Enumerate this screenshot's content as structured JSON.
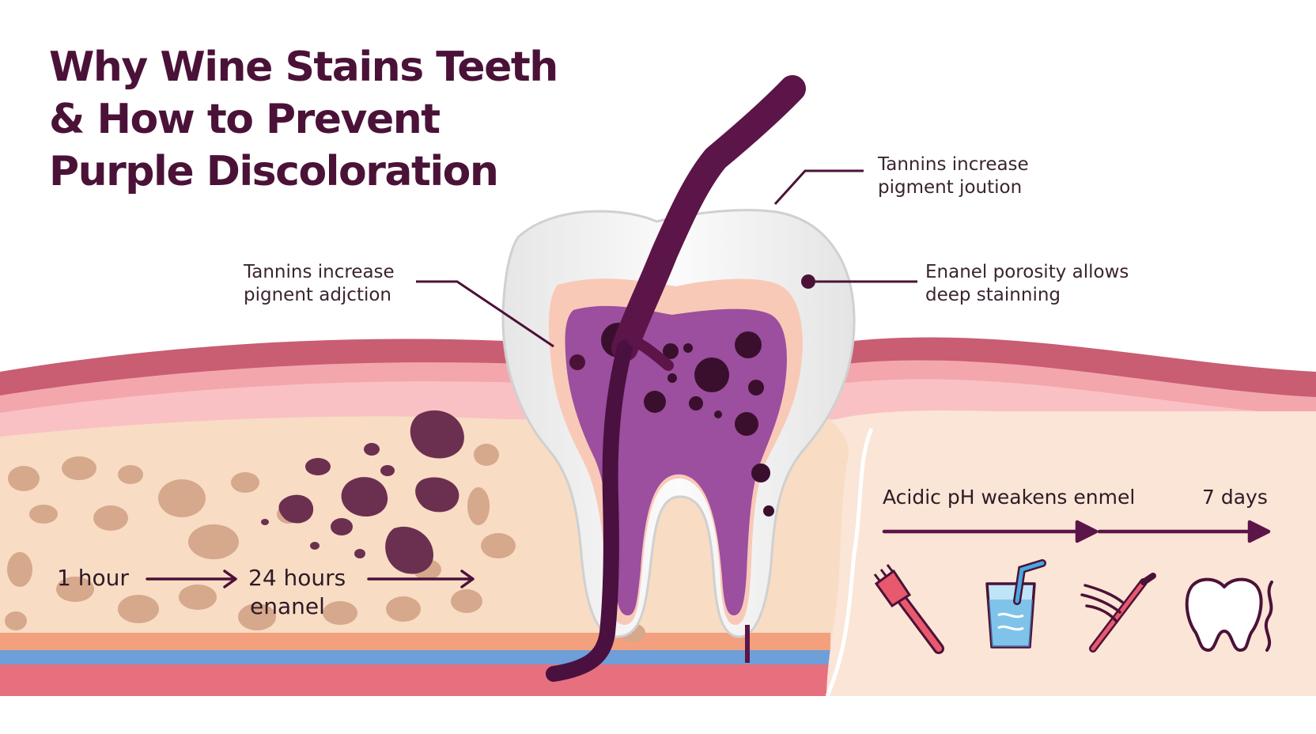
{
  "title": {
    "line1": "Why Wine Stains Teeth",
    "line2": "& How to Prevent",
    "line3": "Purple Discoloration"
  },
  "callouts": {
    "top_right": {
      "line1": "Tannins increase",
      "line2": "pigment joution"
    },
    "left": {
      "line1": "Tannins increase",
      "line2": "pignent adjction"
    },
    "right": {
      "line1": "Enanel porosity allows",
      "line2": "deep stainning"
    }
  },
  "timeline_left": {
    "start": "1 hour",
    "end": "24 hours",
    "sub": "enanel"
  },
  "timeline_right": {
    "label": "Acidic pH weakens enmel",
    "end": "7 days"
  },
  "prevention_icons": [
    "toothbrush-icon",
    "water-glass-icon",
    "floss-pick-icon",
    "clean-tooth-icon"
  ],
  "colors": {
    "title": "#4b1238",
    "wine": "#5c1548",
    "stain": "#6b3050",
    "pulp": "#9b4f9e",
    "gum": "#f4a6ad",
    "gum_dark": "#c95d72",
    "bone": "#f8dcc4",
    "bone_spot": "#d6a88c",
    "enamel": "#f2f2f2",
    "icon_pink": "#e8596e",
    "icon_blue": "#4aa8e0"
  }
}
